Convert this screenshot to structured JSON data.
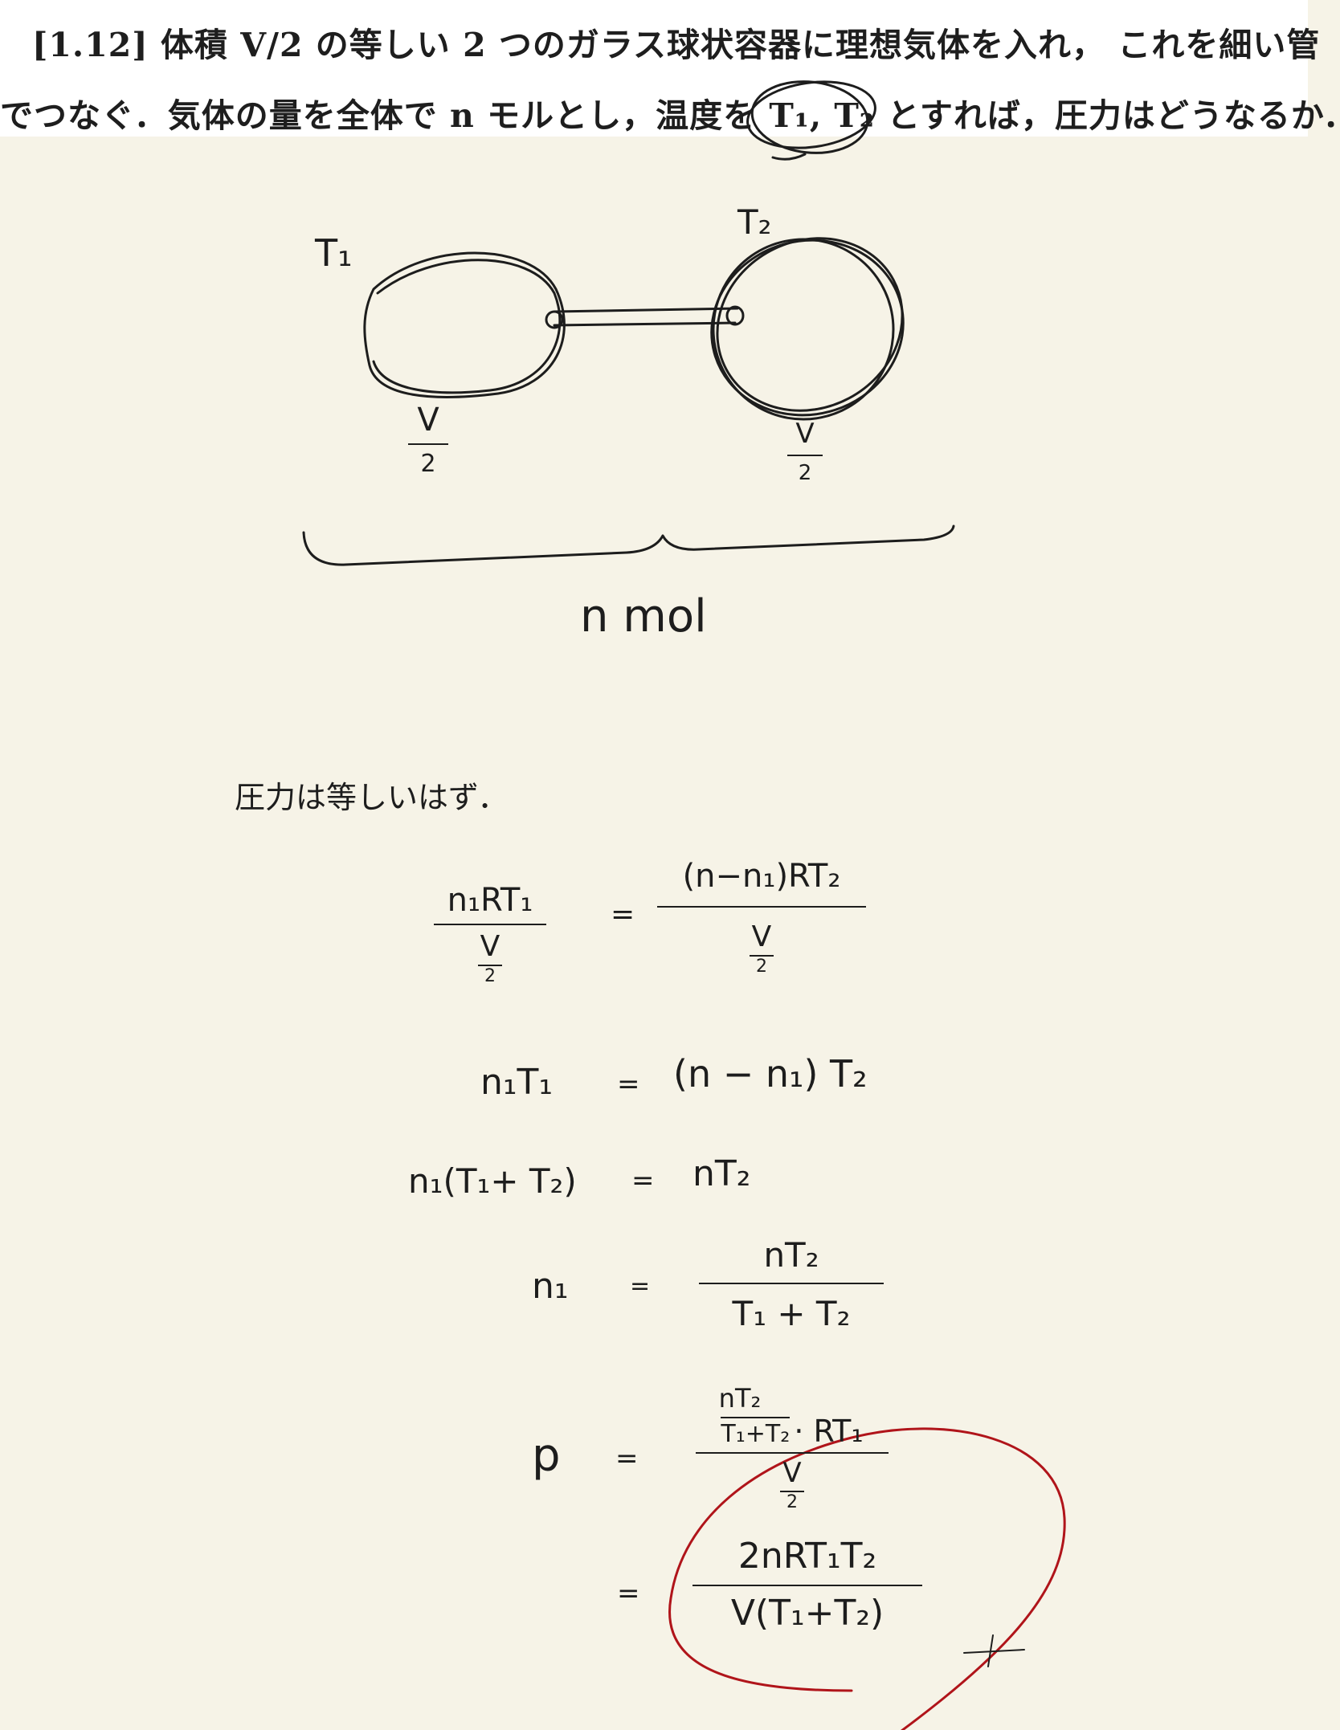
{
  "problem": {
    "line1": "[1.12]  体積 V/2 の等しい 2 つのガラス球状容器に理想気体を入れ，  これを細い管",
    "line2": "でつなぐ．気体の量を全体で n モルとし，温度を T₁, T₂ とすれば，圧力はどうなるか．"
  },
  "diagram": {
    "left_temp": "T₁",
    "right_temp": "T₂",
    "left_volume_num": "V",
    "left_volume_den": "2",
    "right_volume_num": "V",
    "right_volume_den": "2",
    "brace_label": "n mol"
  },
  "solution": {
    "note": "圧力は等しいはず．",
    "eq1": {
      "lhs_num": "n₁RT₁",
      "lhs_den_num": "V",
      "lhs_den_den": "2",
      "op": "=",
      "rhs_num": "(n−n₁)RT₂",
      "rhs_den_num": "V",
      "rhs_den_den": "2"
    },
    "eq2": {
      "lhs": "n₁T₁",
      "op": "=",
      "rhs": "(n − n₁) T₂"
    },
    "eq3": {
      "lhs": "n₁(T₁+ T₂)",
      "op": "=",
      "rhs": "nT₂"
    },
    "eq4": {
      "lhs": "n₁",
      "op": "=",
      "rhs_num": "nT₂",
      "rhs_den": "T₁ + T₂"
    },
    "eq5": {
      "lhs": "p",
      "op": "=",
      "rhs_num_num": "nT₂",
      "rhs_num_den": "T₁+T₂",
      "rhs_num_tail": "· RT₁",
      "rhs_den_num": "V",
      "rhs_den_den": "2"
    },
    "eq6": {
      "op": "=",
      "rhs_num": "2nRT₁T₂",
      "rhs_den": "V(T₁+T₂)"
    }
  },
  "colors": {
    "ink": "#1d1d1d",
    "red_pen": "#b0141a",
    "paper": "#f6f3e7",
    "printed_bg": "#ffffff"
  }
}
